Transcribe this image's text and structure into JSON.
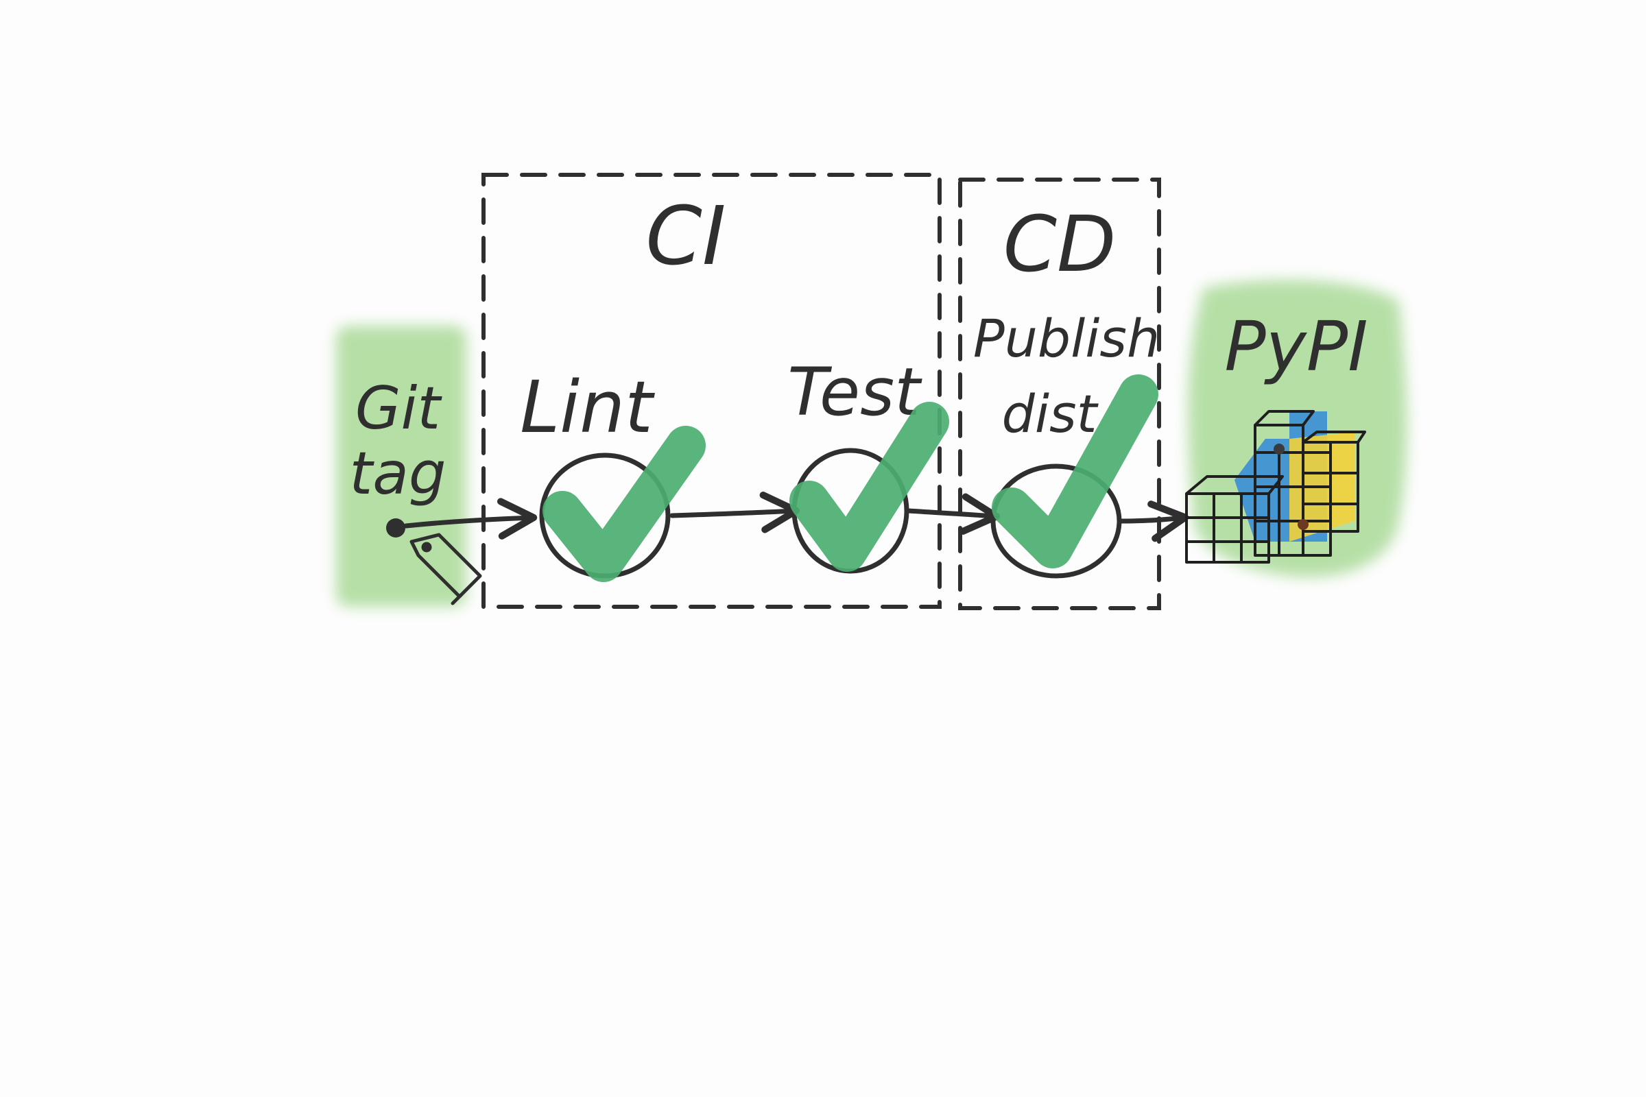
{
  "colors": {
    "ink": "#2f2f2f",
    "check_green": "#4caf72",
    "highlight_green": "#9fd58a",
    "pypi_blue": "#3a8fd6",
    "pypi_yellow": "#f2d23b"
  },
  "icons": {
    "tag": "tag-icon",
    "pypi_logo": "pypi-cubes-icon",
    "check": "check-mark-icon"
  },
  "diagram": {
    "source": {
      "line1": "Git",
      "line2": "tag"
    },
    "groups": [
      {
        "label": "CI"
      },
      {
        "label": "CD"
      }
    ],
    "stages": [
      {
        "label": "Lint"
      },
      {
        "label": "Test"
      },
      {
        "label_line1": "Publish",
        "label_line2": "dist"
      }
    ],
    "target": {
      "label": "PyPI"
    }
  }
}
